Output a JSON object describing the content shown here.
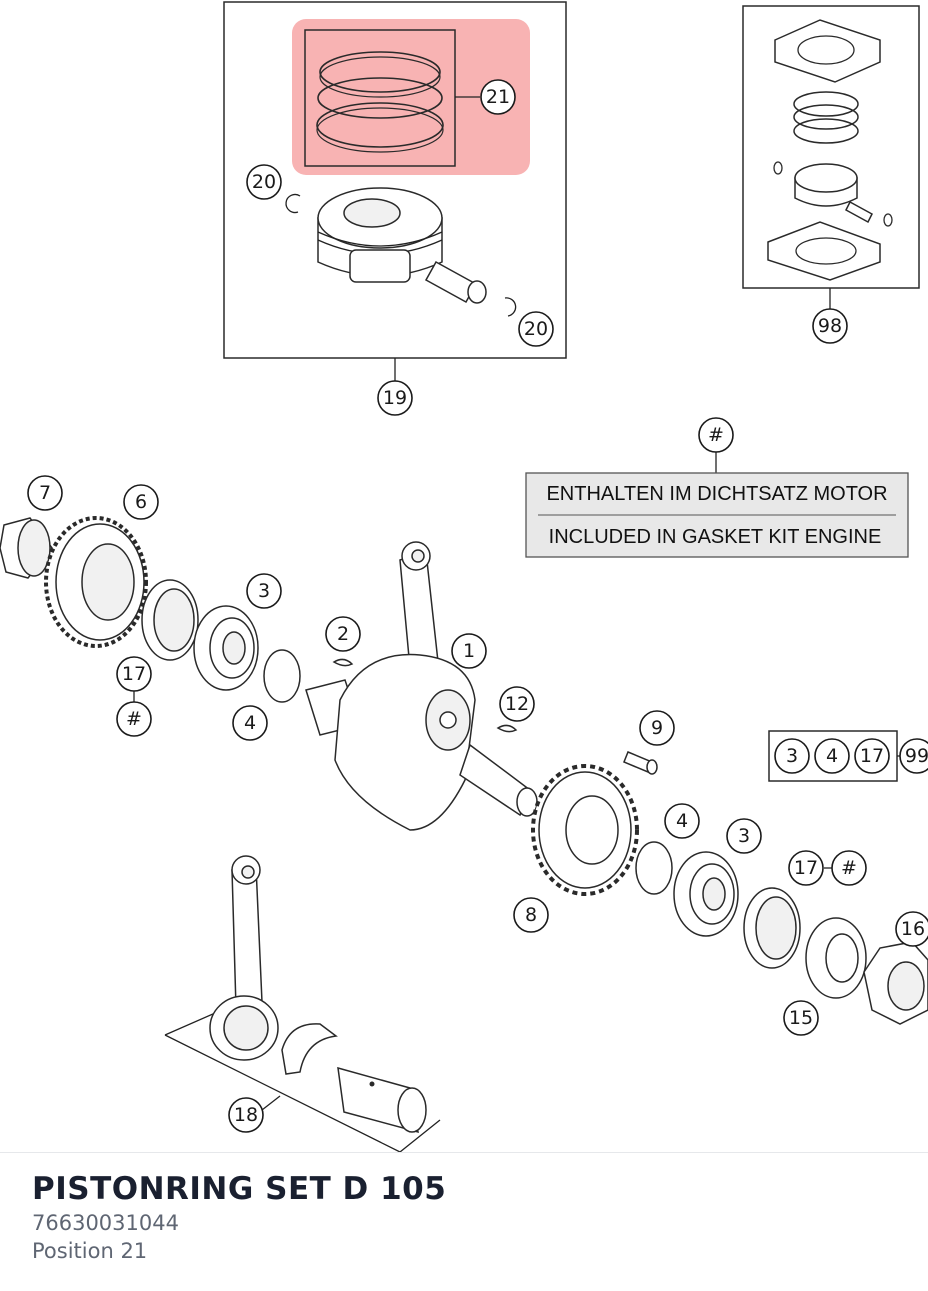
{
  "diagram": {
    "labels": {
      "l21": "21",
      "l20a": "20",
      "l20b": "20",
      "l19": "19",
      "l98": "98",
      "lhashTop": "#",
      "l7": "7",
      "l6": "6",
      "l3a": "3",
      "l17a": "17",
      "lhashA": "#",
      "l4a": "4",
      "l2": "2",
      "l1": "1",
      "l12": "12",
      "l9": "9",
      "k3": "3",
      "k4": "4",
      "k17": "17",
      "k99": "99",
      "l4b": "4",
      "l3b": "3",
      "l17b": "17",
      "lhashB": "#",
      "l8": "8",
      "l16": "16",
      "l15": "15",
      "l18": "18"
    },
    "note": {
      "line_de": "ENTHALTEN IM DICHTSATZ MOTOR",
      "line_en": "INCLUDED IN GASKET KIT ENGINE"
    },
    "highlight_color": "#f7a6a6"
  },
  "part": {
    "name": "PISTONRING SET D 105",
    "number": "76630031044",
    "position": "Position 21"
  }
}
